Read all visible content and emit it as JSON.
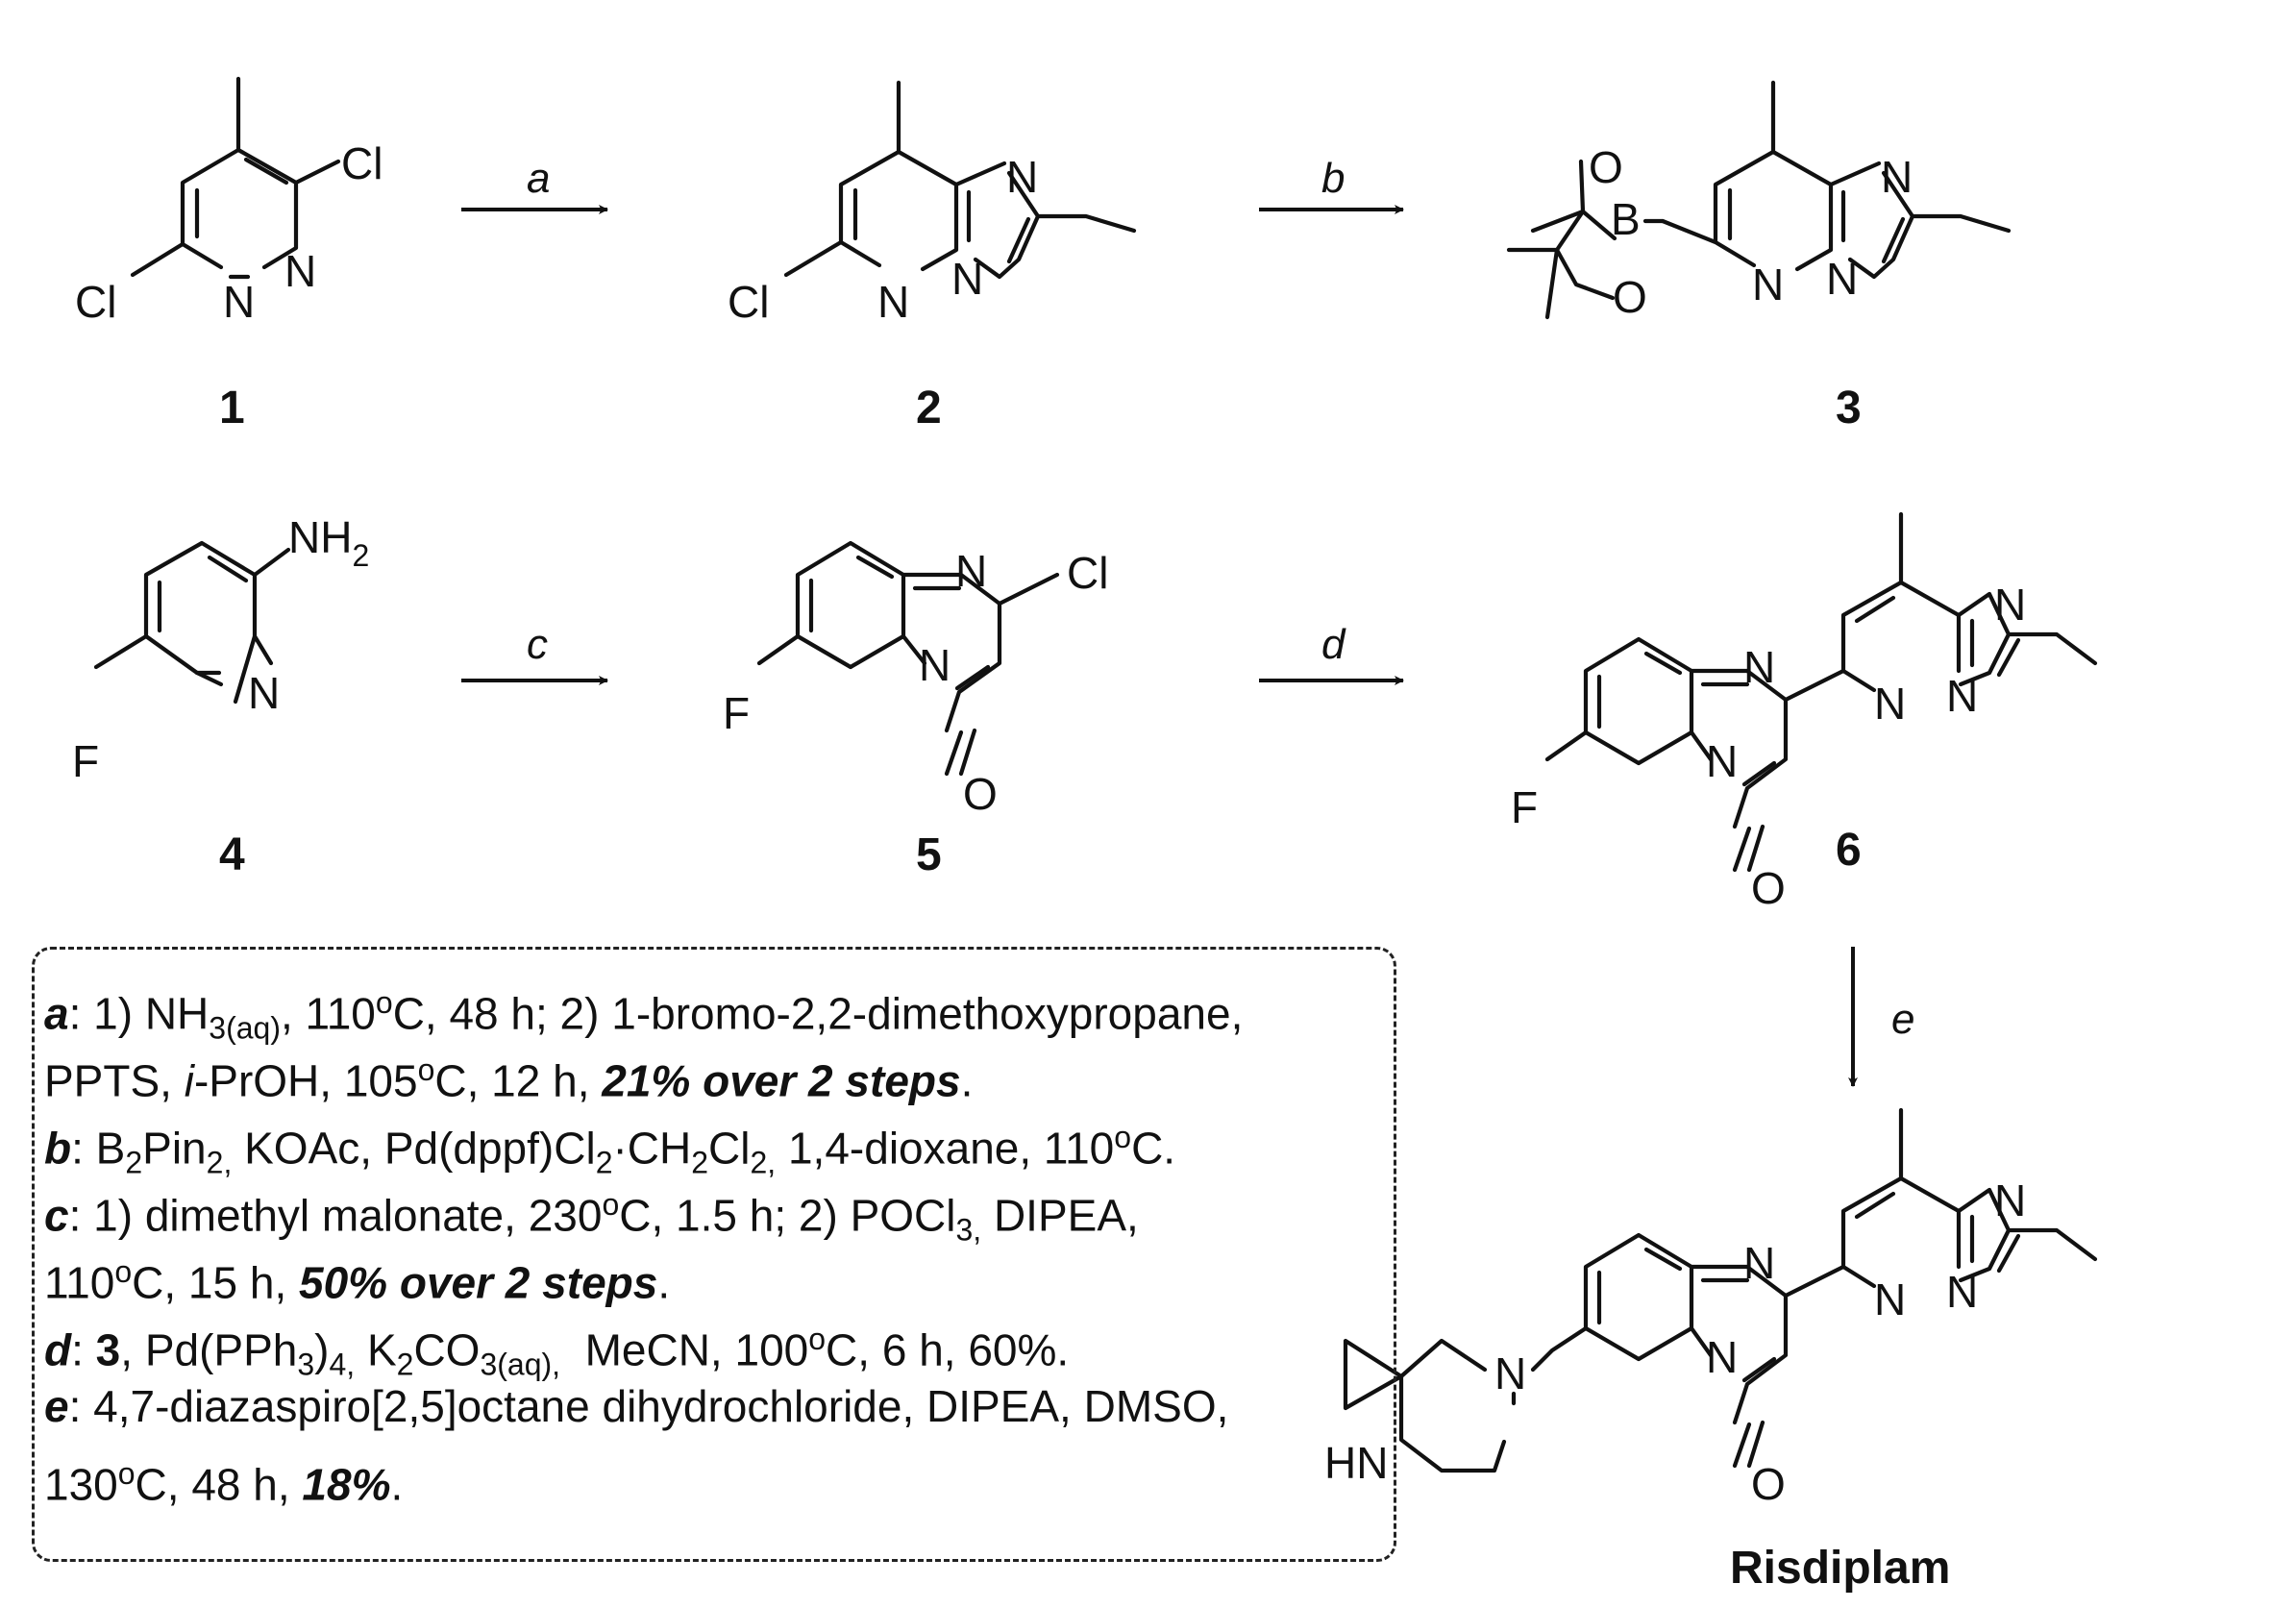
{
  "compounds": {
    "c1": "1",
    "c2": "2",
    "c3": "3",
    "c4": "4",
    "c5": "5",
    "c6": "6",
    "product": "Risdiplam"
  },
  "steps": {
    "a": "a",
    "b": "b",
    "c": "c",
    "d": "d",
    "e": "e"
  },
  "atoms": {
    "Cl": "Cl",
    "N": "N",
    "O": "O",
    "F": "F",
    "B": "B",
    "NH": "NH",
    "HN": "HN",
    "NH2_main": "NH",
    "NH2_sub": "2"
  },
  "conditions": {
    "a": {
      "key": "a",
      "l1_pre": ": 1) NH",
      "l1_sub": "3(aq)",
      "l1_mid": ", 110",
      "l1_deg": "o",
      "l1_post": "C, 48 h; 2) 1-bromo-2,2-dimethoxypropane,",
      "l2_pre": "PPTS, ",
      "l2_it": "i",
      "l2_mid": "-PrOH, 105",
      "l2_deg": "o",
      "l2_post": "C, 12 h, ",
      "l2_yield": "21% over 2 steps",
      "l2_end": "."
    },
    "b": {
      "key": "b",
      "t1": ": B",
      "s1": "2",
      "t2": "Pin",
      "s2": "2,",
      "t3": " KOAc, Pd(dppf)Cl",
      "s3": "2",
      "t4": "·CH",
      "s4": "2",
      "t5": "Cl",
      "s5": "2,",
      "t6": " 1,4-dioxane, 110",
      "deg": "o",
      "t7": "C."
    },
    "c": {
      "key": "c",
      "l1_pre": ": 1) dimethyl malonate, 230",
      "l1_deg": "o",
      "l1_mid": "C, 1.5 h; 2) POCl",
      "l1_sub": "3,",
      "l1_post": " DIPEA,",
      "l2_pre": "110",
      "l2_deg": "o",
      "l2_mid": "C, 15 h, ",
      "l2_yield": "50% over 2 steps",
      "l2_end": "."
    },
    "d": {
      "key": "d",
      "t0": ": ",
      "ref": "3",
      "t1": ", Pd(PPh",
      "s1": "3",
      "t2": ")",
      "s2": "4,",
      "t3": " K",
      "s3": "2",
      "t4": "CO",
      "s4": "3(aq),",
      "t5": "  MeCN, 100",
      "deg": "o",
      "t6": "C, 6 h, 60%."
    },
    "e": {
      "key": "e",
      "l1": ": 4,7-diazaspiro[2,5]octane dihydrochloride, DIPEA, DMSO,",
      "l2_pre": "130",
      "l2_deg": "o",
      "l2_mid": "C, 48 h, ",
      "l2_yield": "18%",
      "l2_end": "."
    }
  }
}
